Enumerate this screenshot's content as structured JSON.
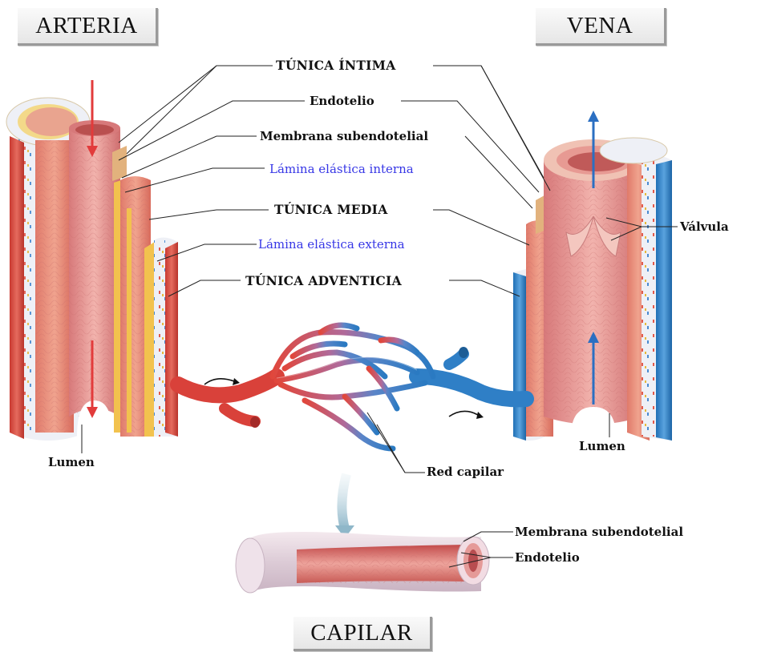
{
  "titles": {
    "artery": "ARTERIA",
    "vein": "VENA",
    "capillary": "CAPILAR"
  },
  "labels": {
    "tunica_intima": "TÚNICA ÍNTIMA",
    "endotelio": "Endotelio",
    "membrana_subendotelial": "Membrana subendotelial",
    "lamina_interna": "Lámina elástica interna",
    "tunica_media": "TÚNICA MEDIA",
    "lamina_externa": "Lámina elástica externa",
    "tunica_adventicia": "TÚNICA ADVENTICIA",
    "valvula": "Válvula",
    "lumen_artery": "Lumen",
    "lumen_vein": "Lumen",
    "red_capilar": "Red capilar",
    "cap_membrana": "Membrana subendotelial",
    "cap_endotelio": "Endotelio"
  },
  "colors": {
    "artery_red": "#d9413a",
    "vein_blue": "#2f7fc6",
    "tissue_pink": "#e79a93",
    "elastic_yellow": "#f2c24e",
    "label_blue": "#3737e6"
  }
}
